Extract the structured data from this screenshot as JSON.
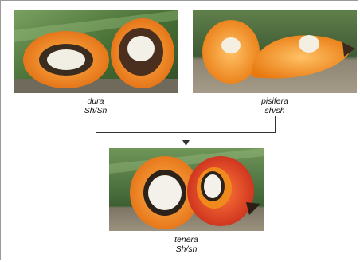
{
  "parents": [
    {
      "id": "dura",
      "name": "dura",
      "genotype": "Sh/Sh"
    },
    {
      "id": "pisifera",
      "name": "pisifera",
      "genotype": "sh/sh"
    }
  ],
  "offspring": {
    "name": "tenera",
    "genotype": "Sh/sh"
  },
  "colors": {
    "mesocarp": "#f08a1c",
    "shell": "#3a2a1e",
    "kernel": "#f2f0e6",
    "background_green": "#4d7a3a",
    "ground": "#8c8170"
  }
}
